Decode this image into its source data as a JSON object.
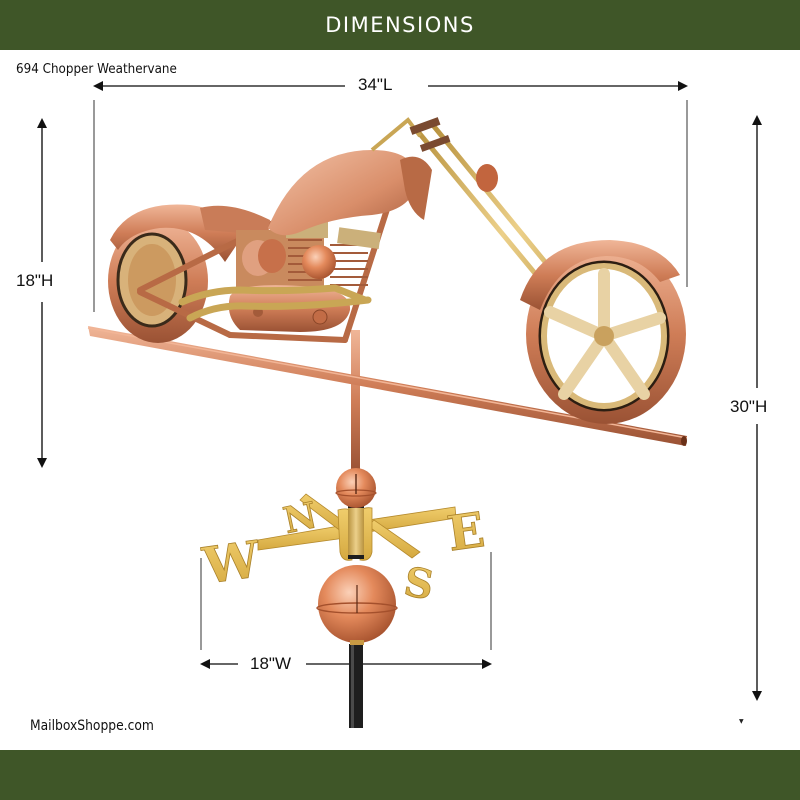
{
  "header": {
    "title": "DIMENSIONS",
    "background_color": "#3f5628"
  },
  "product": {
    "name": "694 Chopper Weathervane"
  },
  "dimensions": {
    "length": "34\"L",
    "height_sculpture": "18\"H",
    "height_total": "30\"H",
    "width_directionals": "18\"W"
  },
  "directionals": {
    "north": "N",
    "south": "S",
    "east": "E",
    "west": "W"
  },
  "footer": {
    "brand": "MailboxShoppe.com",
    "background_color": "#3f5628"
  },
  "colors": {
    "copper": "#c8744e",
    "copper_light": "#e9a98a",
    "copper_dark": "#8a4a30",
    "brass": "#d9b45a",
    "gold_directional": "#e8c15a",
    "pole": "#1e1e1e",
    "dimension_line": "#333333"
  }
}
